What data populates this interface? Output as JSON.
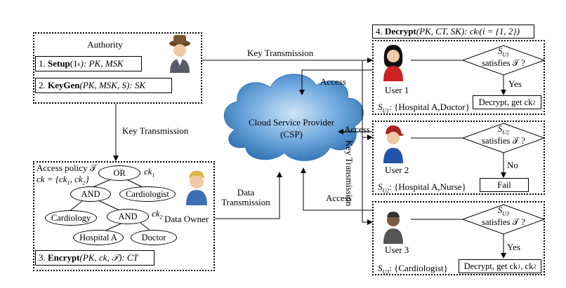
{
  "authority": {
    "title": "Authority",
    "setup": {
      "num": "1.",
      "name": "Setup",
      "arg": "(1",
      "sup": "κ",
      "rest": "): PK, MSK"
    },
    "keygen": {
      "num": "2.",
      "name": "KeyGen",
      "rest": "(PK, MSK, S): SK"
    }
  },
  "csp": {
    "line1": "Cloud Service Provider",
    "line2": "(CSP)"
  },
  "arrows": {
    "key_transmission_top": "Key Transmission",
    "key_transmission_left": "Key Transmission",
    "key_transmission_vertical": "Key Transmission",
    "access_top": "Access",
    "access_mid": "Access",
    "access_bottom": "Access",
    "data_transmission_1": "Data",
    "data_transmission_2": "Transmission"
  },
  "owner": {
    "policy_label": "Access policy 𝒯",
    "ck_label": "ck = {ck",
    "ck_sub1": "1",
    "ck_mid": ", ck",
    "ck_sub2": "2",
    "ck_end": "}",
    "ck1": "ck",
    "ck1_sub": "1",
    "ck2": "ck",
    "ck2_sub": "2",
    "tree": {
      "or": "OR",
      "and1": "AND",
      "cardiologist": "Cardiologist",
      "cardiology": "Cardiology",
      "and2": "AND",
      "hospital_a": "Hospital A",
      "doctor": "Doctor"
    },
    "data_owner": "Data Owner",
    "encrypt": {
      "num": "3.",
      "name": "Encrypt",
      "rest": "(PK, ck, 𝒯): CT"
    }
  },
  "decrypt_header": {
    "num": "4.",
    "name": "Decrypt",
    "rest": "(PK, CT, SK): ck",
    "sub": "i",
    "cond": "(i = {1, 2})"
  },
  "users": [
    {
      "name": "User 1",
      "attr_prefix": "S",
      "attr_sub": "U1",
      "attr_text": ": {Hospital A,Doctor}",
      "cond_s": "S",
      "cond_sub": "U1",
      "cond_text": "satisfies 𝒯 ?",
      "branch": "Yes",
      "result": "Decrypt, get ck",
      "result_sub": "2",
      "hair": "#111111",
      "shirt": "#cc2222"
    },
    {
      "name": "User 2",
      "attr_prefix": "S",
      "attr_sub": "U2",
      "attr_text": ": {Hospital A,Nurse}",
      "cond_s": "S",
      "cond_sub": "U2",
      "cond_text": "satisfies 𝒯 ?",
      "branch": "No",
      "result": "Fail",
      "result_sub": "",
      "hair": "#aa2222",
      "shirt": "#2255aa"
    },
    {
      "name": "User 3",
      "attr_prefix": "S",
      "attr_sub": "U3",
      "attr_text": ": {Cardiologist}",
      "cond_s": "S",
      "cond_sub": "U3",
      "cond_text": "satisfies 𝒯 ?",
      "branch": "Yes",
      "result": "Decrypt, get ck",
      "result_sub": "1",
      "result_extra": ", ck",
      "result_sub2": "2",
      "hair": "#333333",
      "shirt": "#555555"
    }
  ],
  "colors": {
    "cloud": "#4a8fd0",
    "cloud_light": "#9cc7ee",
    "line": "#000000"
  }
}
